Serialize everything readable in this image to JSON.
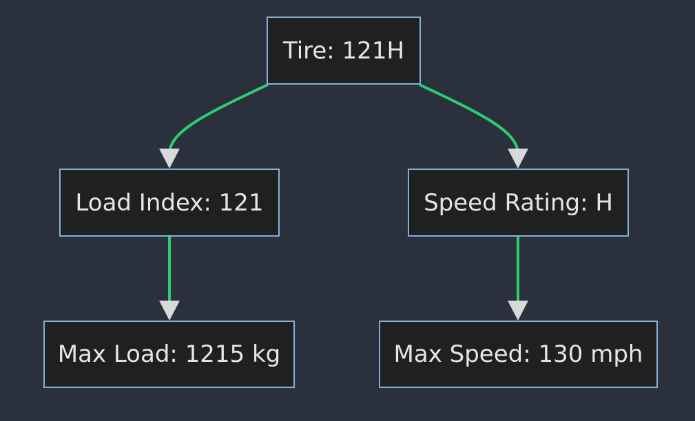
{
  "diagram": {
    "nodes": {
      "tire": "Tire: 121H",
      "load_index": "Load Index: 121",
      "speed_rating": "Speed Rating: H",
      "max_load": "Max Load: 1215 kg",
      "max_speed": "Max Speed: 130 mph"
    },
    "edges": [
      {
        "from": "tire",
        "to": "load_index"
      },
      {
        "from": "tire",
        "to": "speed_rating"
      },
      {
        "from": "load_index",
        "to": "max_load"
      },
      {
        "from": "speed_rating",
        "to": "max_speed"
      }
    ],
    "colors": {
      "background": "#2a303c",
      "node_fill": "#1f2020",
      "node_border": "#81b1db",
      "edge": "#2ecc71",
      "arrowhead": "#d9d9d9",
      "text": "#e6e6e6"
    }
  }
}
